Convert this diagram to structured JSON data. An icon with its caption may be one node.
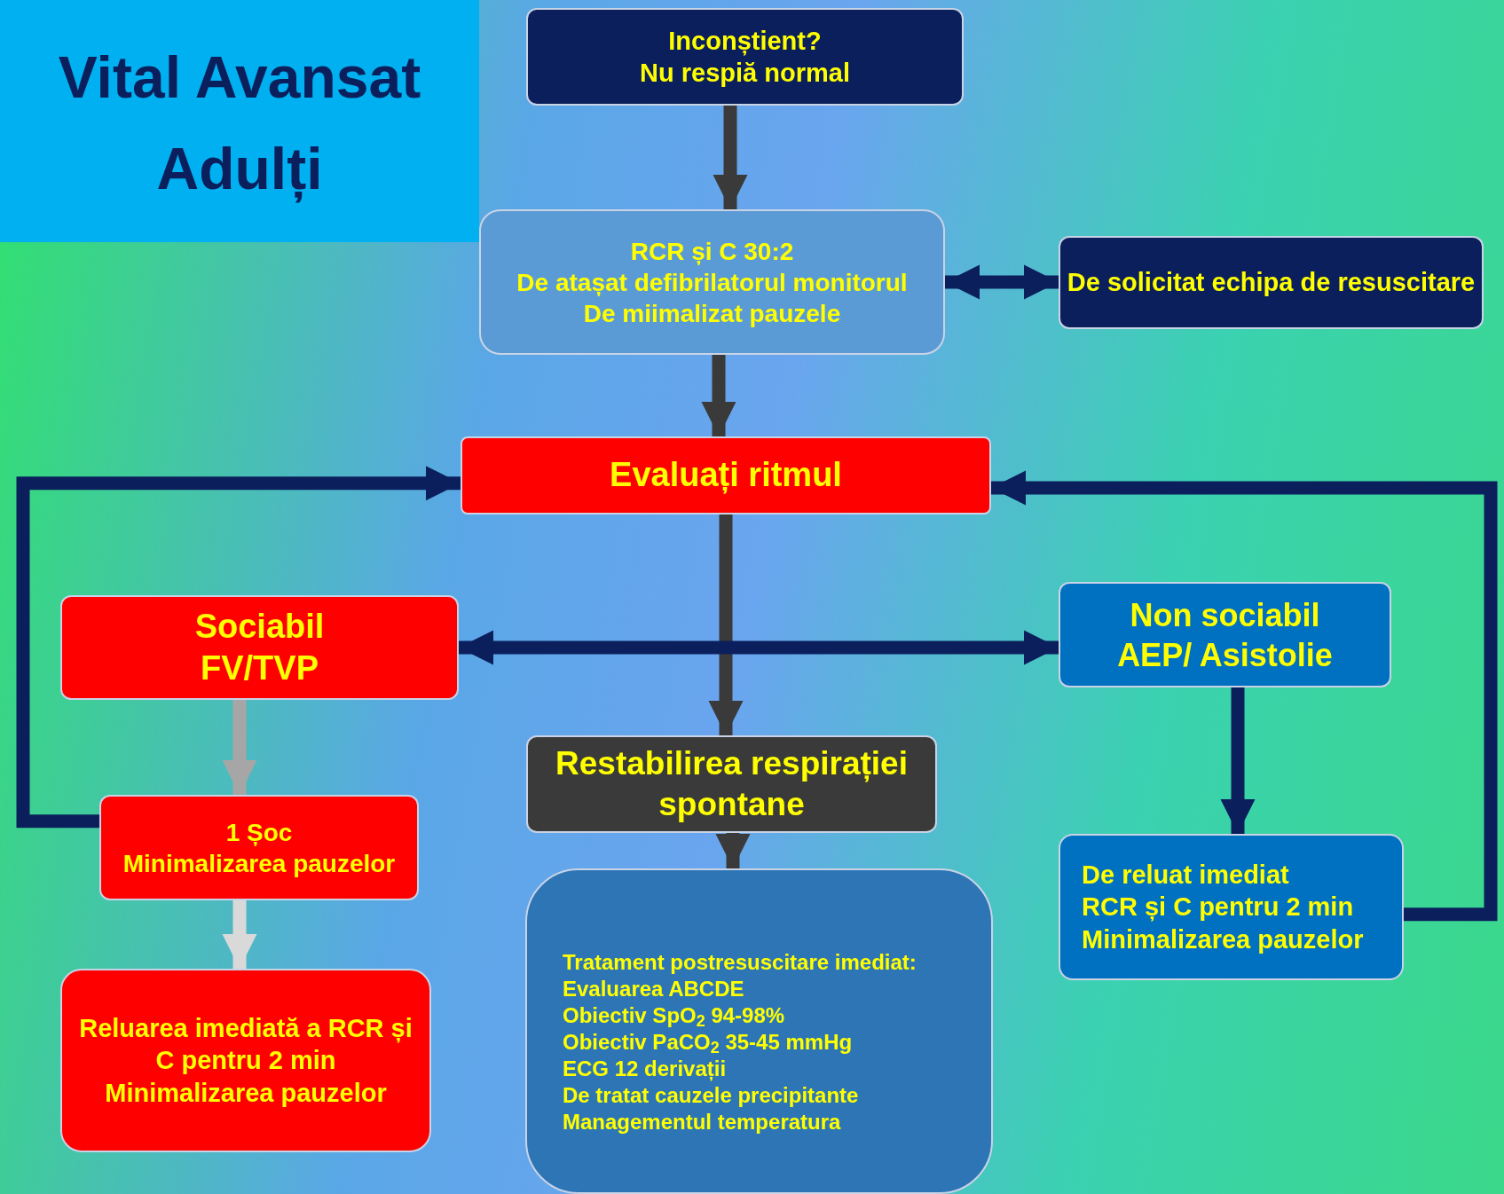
{
  "diagram": {
    "title": "Vital Avansat Adulți",
    "nodes": [
      {
        "text": [
          "Inconștient?",
          "Nu respiă normal"
        ]
      },
      {
        "text": [
          "RCR și C 30:2",
          "De atașat defibrilatorul monitorul",
          "De miimalizat pauzele"
        ]
      },
      {
        "text": [
          "De solicitat echipa de resuscitare"
        ]
      },
      {
        "text": [
          "Evaluați ritmul"
        ]
      },
      {
        "text": [
          "Sociabil",
          "FV/TVP"
        ]
      },
      {
        "text": [
          "Non sociabil",
          "AEP/ Asistolie"
        ]
      },
      {
        "text": [
          "Restabilirea respirației spontane"
        ]
      },
      {
        "text": [
          "1 Șoc",
          "Minimalizarea pauzelor"
        ]
      },
      {
        "text": [
          "Tratament postresuscitare imediat:",
          "Evaluarea ABCDE",
          "Obiectiv SpO$_{2}$ 94-98%",
          "Obiectiv PaCO$_{2}$ 35-45 mmHg",
          "ECG 12 derivații",
          "De tratat cauzele precipitante",
          "Managementul  temperatura"
        ]
      },
      {
        "text": [
          "De reluat imediat",
          "RCR și C pentru 2 min",
          "Minimalizarea pauzelor"
        ]
      },
      {
        "text": [
          "Reluarea imediată a RCR și C pentru 2 min",
          "Minimalizarea pauzelor"
        ]
      }
    ],
    "edges": [
      {
        "from": 0,
        "to": 1,
        "arrow": "to",
        "color": "#3a3a3a"
      },
      {
        "from": 1,
        "to": 2,
        "arrow": "both"
      },
      {
        "from": 1,
        "to": 3,
        "arrow": "to",
        "color": "#3a3a3a"
      },
      {
        "from": 3,
        "to": 6,
        "arrow": "to",
        "color": "#3a3a3a"
      },
      {
        "from": 4,
        "to": 5,
        "arrow": "both"
      },
      {
        "from": 4,
        "to": 7,
        "arrow": "to",
        "color": "#a6a6a6"
      },
      {
        "from": 7,
        "to": 10,
        "arrow": "to",
        "color": "#d9d9d9"
      },
      {
        "from": 5,
        "to": 9,
        "arrow": "to"
      },
      {
        "from": 9,
        "to": 3,
        "arrow": "to"
      },
      {
        "from": 7,
        "to": 3,
        "arrow": "to"
      },
      {
        "from": 6,
        "to": 8,
        "arrow": "to",
        "color": "#3a3a3a"
      }
    ]
  }
}
